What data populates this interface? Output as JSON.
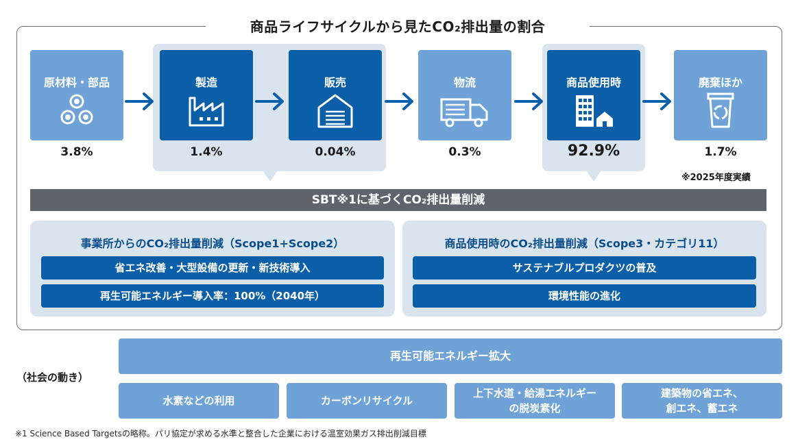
{
  "title": "商品ライフサイクルから見たCO₂排出量の割合",
  "steps": [
    {
      "label": "原材料・部品",
      "percent": "3.8%",
      "icon": "parts-circles-icon",
      "style": "light"
    },
    {
      "label": "製造",
      "percent": "1.4%",
      "icon": "factory-icon",
      "style": "dark"
    },
    {
      "label": "販売",
      "percent": "0.04%",
      "icon": "store-icon",
      "style": "dark"
    },
    {
      "label": "物流",
      "percent": "0.3%",
      "icon": "truck-icon",
      "style": "light"
    },
    {
      "label": "商品使用時",
      "percent": "92.9%",
      "icon": "building-house-icon",
      "style": "dark"
    },
    {
      "label": "廃棄ほか",
      "percent": "1.7%",
      "icon": "recycle-bin-icon",
      "style": "light"
    }
  ],
  "year_note": "※2025年度実績",
  "sbt_bar": "SBT※1に基づくCO₂排出量削減",
  "scope12": {
    "title": "事業所からのCO₂排出量削減（Scope1+Scope2）",
    "items": [
      "省エネ改善・大型設備の更新・新技術導入",
      "再生可能エネルギー導入率：100%（2040年）"
    ]
  },
  "scope3": {
    "title": "商品使用時のCO₂排出量削減（Scope3・カテゴリ11）",
    "items": [
      "サステナブルプロダクツの普及",
      "環境性能の進化"
    ]
  },
  "society": {
    "label": "（社会の動き）",
    "top": "再生可能エネルギー拡大",
    "boxes": [
      [
        "水素などの利用"
      ],
      [
        "カーボンリサイクル"
      ],
      [
        "上下水道・給湯エネルギー",
        "の脱炭素化"
      ],
      [
        "建築物の省エネ、",
        "創エネ、蓄エネ"
      ]
    ]
  },
  "footnote": "※1 Science Based Targetsの略称。パリ協定が求める水準と整合した企業における温室効果ガス排出削減目標",
  "colors": {
    "dark_blue": "#0a5fa8",
    "light_blue": "#6fa3d7",
    "pale_blue": "#d9e4ef",
    "gray_bar": "#60636b"
  }
}
